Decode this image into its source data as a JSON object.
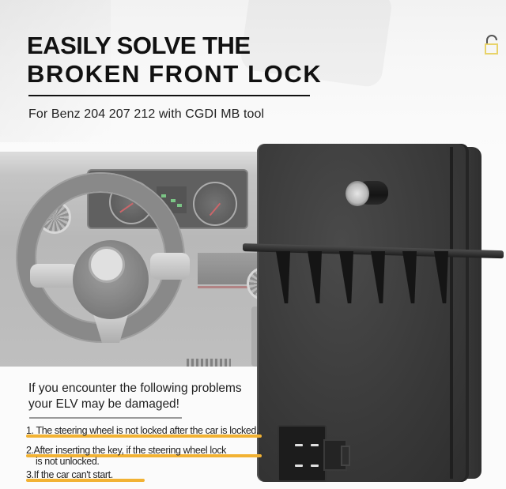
{
  "headline": {
    "line1": "EASILY SOLVE THE",
    "line2": "BROKEN FRONT LOCK"
  },
  "subtitle": "For Benz 204 207 212 with CGDI MB tool",
  "icons": {
    "lock": "unlocked-padlock-icon",
    "lock_color": "#e8d36a",
    "shackle_color": "#555555"
  },
  "images": {
    "dashboard_photo": "Mercedes-Benz steering wheel and instrument cluster (grayscale)",
    "module": "Black ELV steering lock emulator module with push button and 4-pin connector"
  },
  "problems": {
    "title_line1": "If you encounter the following problems",
    "title_line2": "your ELV may be damaged!",
    "highlight_color": "#f2b233",
    "items": [
      {
        "text": "1. The steering wheel is not locked after the car is locked."
      },
      {
        "text": "2.After inserting the key, if the steering wheel lock",
        "continuation": "is not unlocked."
      },
      {
        "text": "3.If the car can't start."
      }
    ]
  }
}
